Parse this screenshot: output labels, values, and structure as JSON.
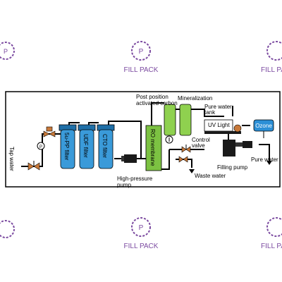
{
  "watermark": {
    "text": "FILL PACK",
    "color": "#7b4aa0"
  },
  "labels": {
    "tap_water": "Tap water",
    "filter_5u": "5u-PP filter",
    "filter_udf": "UDF filter",
    "filter_cto": "CTO filter",
    "ro_membrane": "RO membrane",
    "high_pressure_pump": [
      "High-pressure",
      "pump"
    ],
    "post_carbon": [
      "Post position",
      "activated carbon"
    ],
    "mineralization": "Mineralization",
    "pure_water_tank": [
      "Pure water",
      "tank"
    ],
    "uv_light": "UV Light",
    "ozone": "Ozone",
    "control_valve": [
      "Control",
      "valve"
    ],
    "waste_water": "Waste water",
    "filling_pump": "Filling pump",
    "pure_water": "Pure water",
    "pressure_gauge": "P"
  },
  "colors": {
    "filter_fill": "#3a9ad9",
    "filter_dark": "#1e6fa8",
    "ro_fill": "#7cc242",
    "carbon_fill": "#8fd14f",
    "ozone_fill": "#2b8fd6",
    "valve": "#c8793a",
    "pipe": "#000000"
  }
}
